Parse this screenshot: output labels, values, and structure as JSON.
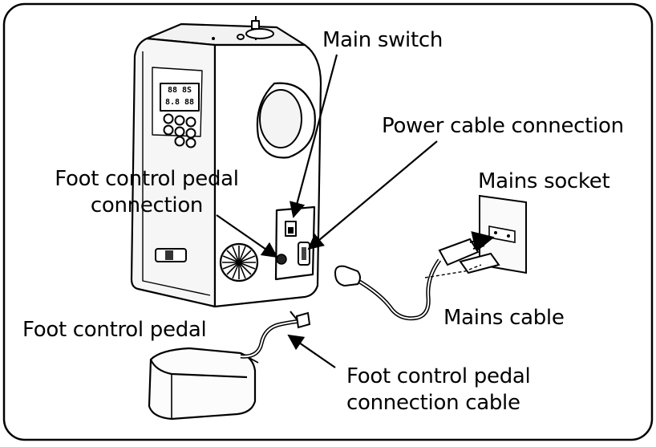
{
  "labels": {
    "main_switch": "Main switch",
    "power_cable_connection": "Power cable connection",
    "foot_control_pedal_connection": [
      "Foot control pedal",
      "connection"
    ],
    "mains_socket": "Mains socket",
    "mains_cable": "Mains cable",
    "foot_control_pedal": "Foot control pedal",
    "foot_control_pedal_connection_cable": [
      "Foot control pedal",
      "connection cable"
    ]
  },
  "display": {
    "lcd_top": "88 8S",
    "lcd_bottom": "8.8 88"
  }
}
